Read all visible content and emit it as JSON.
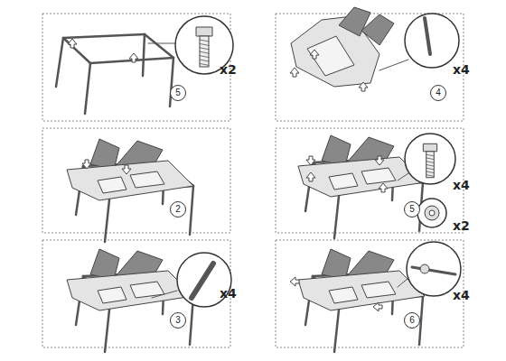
{
  "diagram": {
    "nodes": [
      {
        "text": [
          "5"
        ]
      },
      {
        "text": [
          "4"
        ]
      },
      {
        "text": [
          "2"
        ]
      },
      {
        "text": [
          "5"
        ]
      },
      {
        "text": [
          "3"
        ]
      },
      {
        "text": [
          "6"
        ]
      }
    ],
    "labels": [
      "x2",
      "x4",
      "x4",
      "x2",
      "x4",
      "x4"
    ]
  }
}
